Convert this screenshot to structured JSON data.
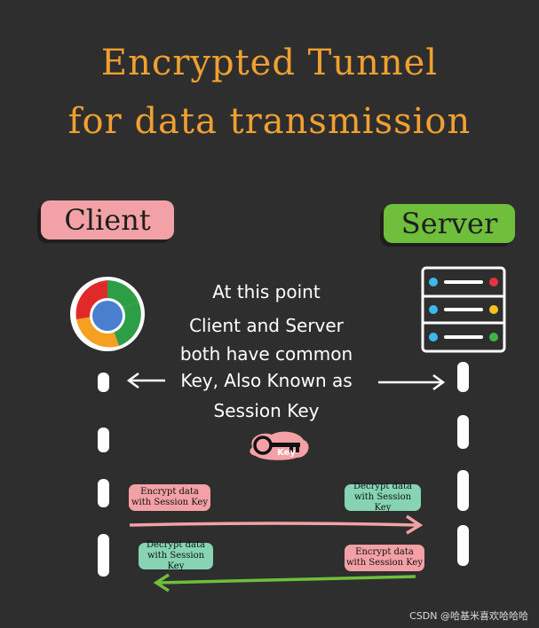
{
  "title": {
    "line1": "Encrypted Tunnel",
    "line2": "for data transmission"
  },
  "client": {
    "label": "Client",
    "icon": "chrome-browser-icon"
  },
  "server": {
    "label": "Server",
    "icon": "server-rack-icon"
  },
  "note": {
    "line1": "At this point",
    "line2": "Client and Server",
    "line3": "both have common",
    "line4": "Key, Also Known as",
    "line5": "Session Key"
  },
  "key_badge": {
    "label": "Key",
    "icon": "key-icon"
  },
  "flow1": {
    "left": {
      "line1": "Encrypt data",
      "line2": "with Session Key"
    },
    "right": {
      "line1": "Decrypt data",
      "line2": "with Session Key"
    }
  },
  "flow2": {
    "left": {
      "line1": "Decrypt data",
      "line2": "with Session Key"
    },
    "right": {
      "line1": "Encrypt data",
      "line2": "with Session Key"
    }
  },
  "colors": {
    "title": "#f0a030",
    "client_tag": "#f2a2a6",
    "server_tag": "#6fbe3c",
    "pink_arrow": "#f3a1a6",
    "green_arrow": "#6fbe3c"
  },
  "watermark": "CSDN @哈基米喜欢哈哈哈"
}
